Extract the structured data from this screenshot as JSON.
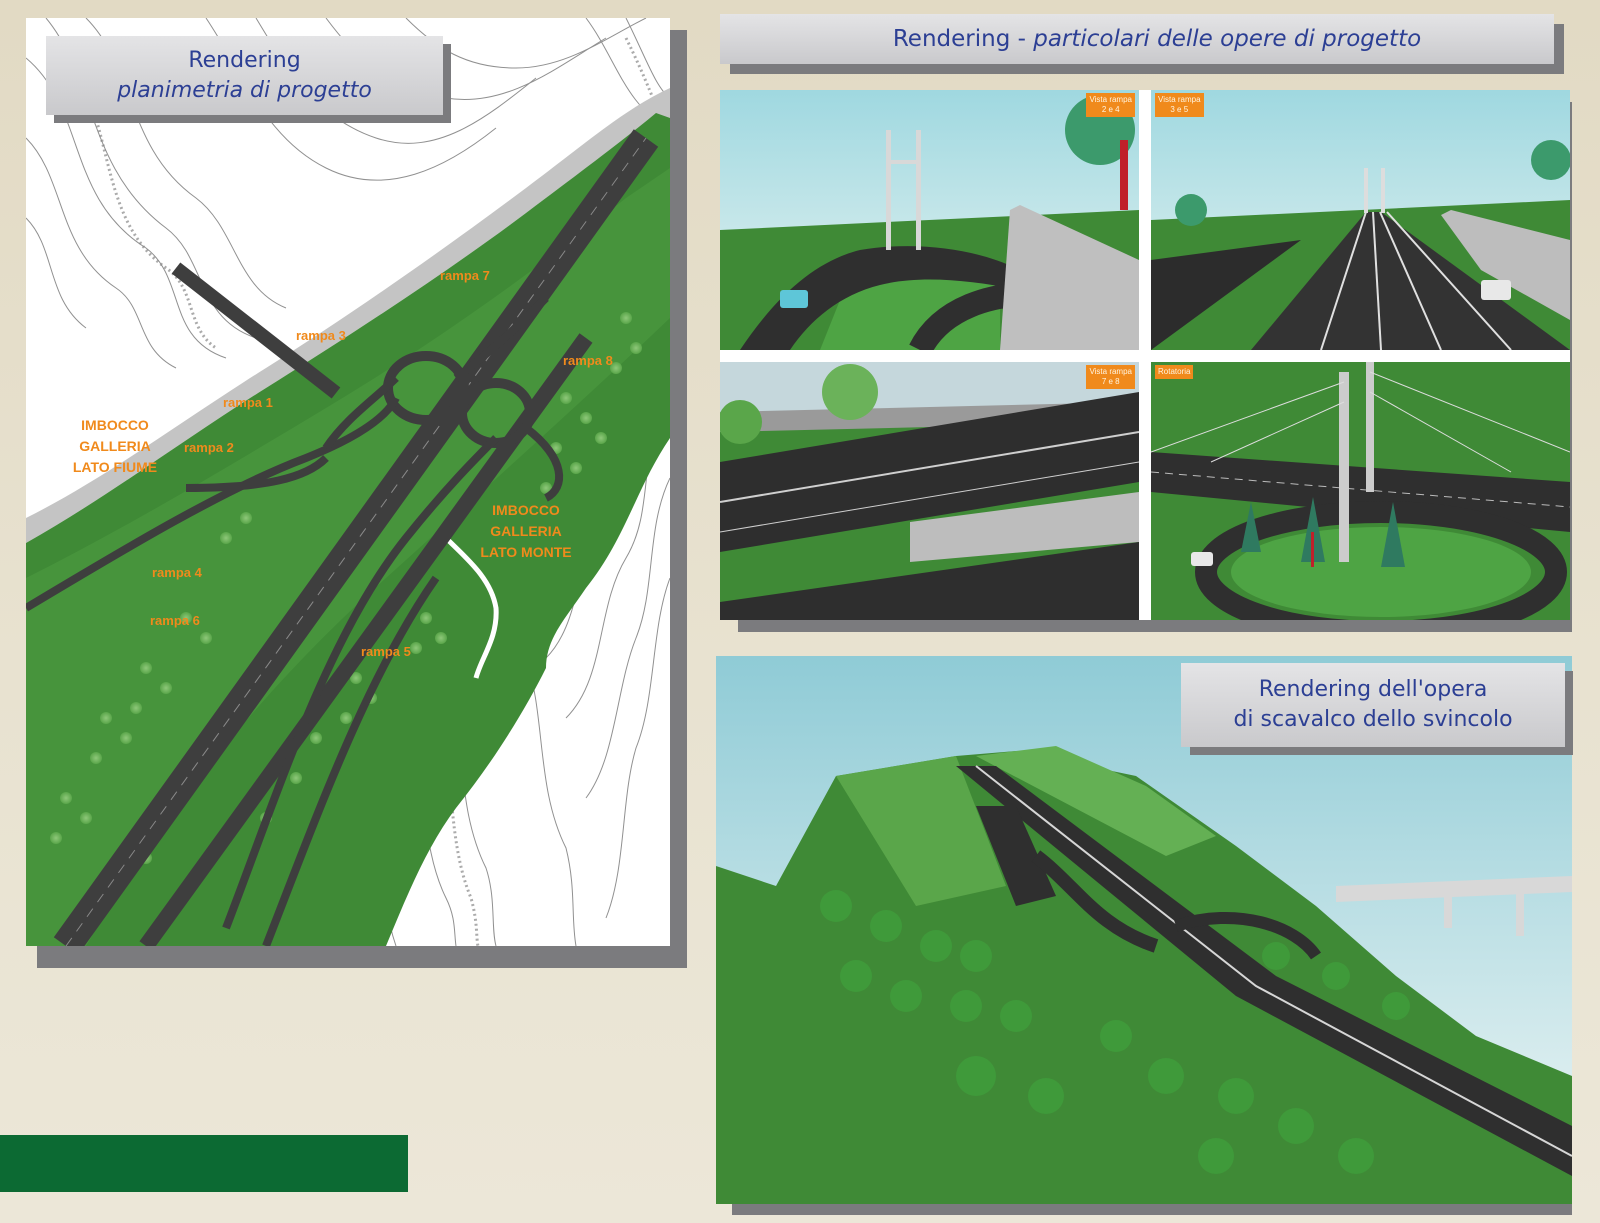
{
  "plan_panel": {
    "title_line1": "Rendering",
    "title_line2": "planimetria di progetto",
    "ramp_labels": [
      "rampa 7",
      "rampa 3",
      "rampa 8",
      "rampa 1",
      "rampa 2",
      "rampa 4",
      "rampa 6",
      "rampa 5"
    ],
    "tunnel_river": [
      "IMBOCCO",
      "GALLERIA",
      "LATO FIUME"
    ],
    "tunnel_mountain": [
      "IMBOCCO",
      "GALLERIA",
      "LATO MONTE"
    ]
  },
  "details_panel": {
    "title_prefix": "Rendering - ",
    "title_italic": "particolari delle opere di progetto",
    "views": [
      {
        "tag": [
          "Vista rampa",
          "2 e 4"
        ]
      },
      {
        "tag": [
          "Vista rampa",
          "3 e 5"
        ]
      },
      {
        "tag": [
          "Vista rampa",
          "7 e 8"
        ]
      },
      {
        "tag": [
          "Rotatoria"
        ]
      }
    ]
  },
  "overpass_panel": {
    "title_line1": "Rendering dell'opera",
    "title_line2": "di scavalco dello svincolo"
  },
  "colors": {
    "title_text": "#2c3f94",
    "orange_label": "#f08a1c",
    "terrain_green": "#3f8a36",
    "footer_bar": "#0c6a33"
  }
}
